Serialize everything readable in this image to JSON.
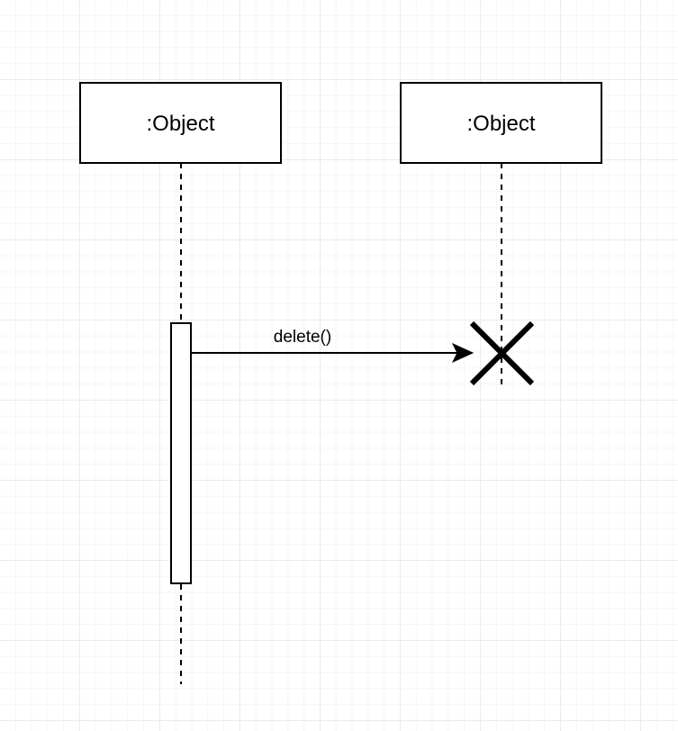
{
  "diagram": {
    "lifelines": [
      {
        "label": ":Object"
      },
      {
        "label": ":Object"
      }
    ],
    "messages": [
      {
        "label": "delete()"
      }
    ]
  },
  "colors": {
    "stroke": "#000000",
    "fill": "#ffffff",
    "grid": "#ebebeb"
  }
}
